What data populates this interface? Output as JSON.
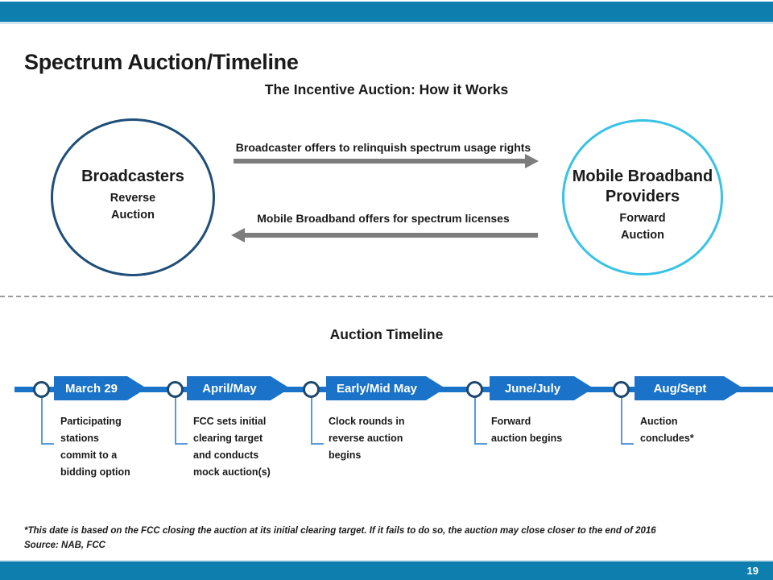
{
  "title": "Spectrum Auction/Timeline",
  "page": {
    "number": "19"
  },
  "diagram": {
    "heading": "The Incentive Auction: How it Works",
    "broadcasters": {
      "name": "Broadcasters",
      "sub": "Reverse\nAuction"
    },
    "mobile_broadband": {
      "name": "Mobile Broadband\nProviders",
      "sub": "Forward\nAuction"
    },
    "arrow_right_label": "Broadcaster offers to relinquish spectrum usage rights",
    "arrow_left_label": "Mobile Broadband offers for spectrum licenses"
  },
  "timeline": {
    "heading": "Auction Timeline",
    "milestones": [
      {
        "date": "March 29",
        "desc": "Participating\nstations\ncommit to a\nbidding option"
      },
      {
        "date": "April/May",
        "desc": "FCC sets initial\nclearing target\nand conducts\nmock auction(s)"
      },
      {
        "date": "Early/Mid May",
        "desc": "Clock rounds in\nreverse auction\nbegins"
      },
      {
        "date": "June/July",
        "desc": "Forward\nauction begins"
      },
      {
        "date": "Aug/Sept",
        "desc": "Auction\nconcludes*"
      }
    ]
  },
  "footnote": "*This date is based on the FCC closing the auction at its initial clearing target. If it fails to do so, the auction may close closer to the end of 2016",
  "source": "Source: NAB, FCC",
  "colors": {
    "accent_bar": "#0d7eae",
    "timeline_blue": "#1b73c9",
    "navy_border": "#1f4e79",
    "cyan_border": "#38c2e6",
    "connector_light_blue": "#5b9bd5",
    "arrow_gray": "#7d7d7d"
  }
}
